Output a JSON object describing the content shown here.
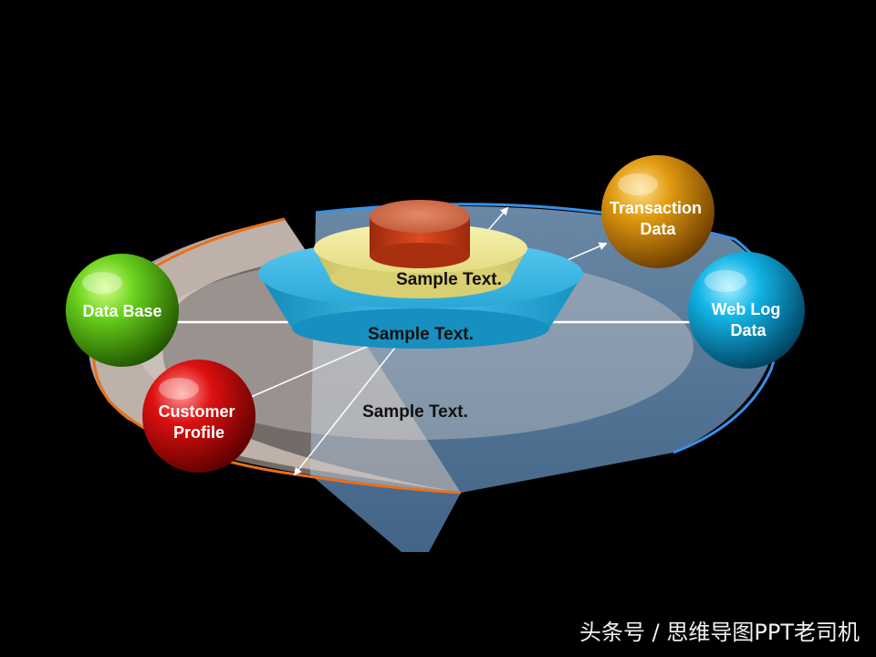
{
  "diagram": {
    "spheres": [
      {
        "id": "data-base",
        "lines": [
          "Data Base"
        ],
        "color": "#3a9a00"
      },
      {
        "id": "customer-profile",
        "lines": [
          "Customer",
          "Profile"
        ],
        "color": "#b30000"
      },
      {
        "id": "transaction-data",
        "lines": [
          "Transaction",
          "Data"
        ],
        "color": "#c07c00"
      },
      {
        "id": "web-log-data",
        "lines": [
          "Web Log",
          "Data"
        ],
        "color": "#0088b8"
      }
    ],
    "layers": {
      "top": "Sample Text.",
      "middle": "Sample Text.",
      "bottom": "Sample Text."
    },
    "colors": {
      "background": "#000000",
      "orange_arc": "#e8701a",
      "blue_arc": "#3a8fe8",
      "blue_fan": "#7fb6ee",
      "cyan_bowl": "#29a9d8",
      "yellow_disc": "#e8e08a",
      "red_cylinder": "#c83a1a"
    }
  },
  "watermark": "头条号 / 思维导图PPT老司机"
}
